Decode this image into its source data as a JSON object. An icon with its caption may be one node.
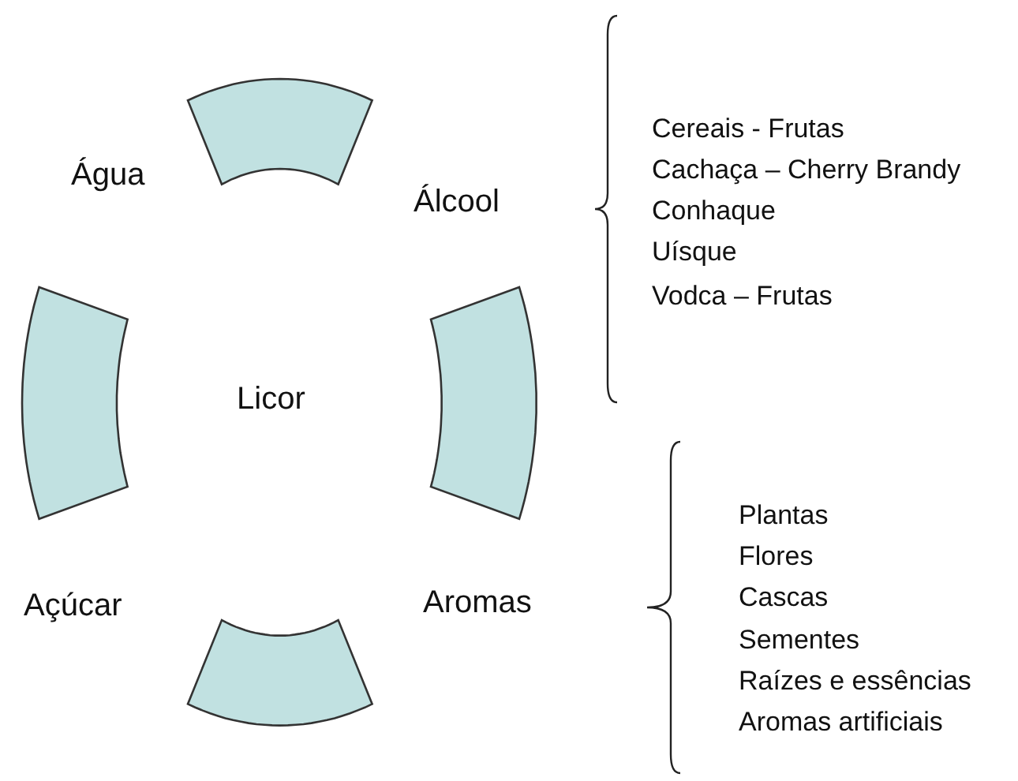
{
  "diagram": {
    "nodes": [
      {
        "text": [],
        "shape": "band"
      },
      {
        "text": [],
        "shape": "band"
      },
      {
        "text": [],
        "shape": "band"
      },
      {
        "text": [],
        "shape": "band"
      }
    ],
    "labels": [
      "Água",
      "Álcool",
      "Cereais - Frutas",
      "Cachaça – Cherry Brandy",
      "Conhaque",
      "Uísque",
      "Vodca – Frutas",
      "Licor",
      "Açúcar",
      "Aromas",
      "Plantas",
      "Flores",
      "Cascas",
      "Sementes",
      "Raízes e essências",
      "Aromas artificiais"
    ]
  }
}
